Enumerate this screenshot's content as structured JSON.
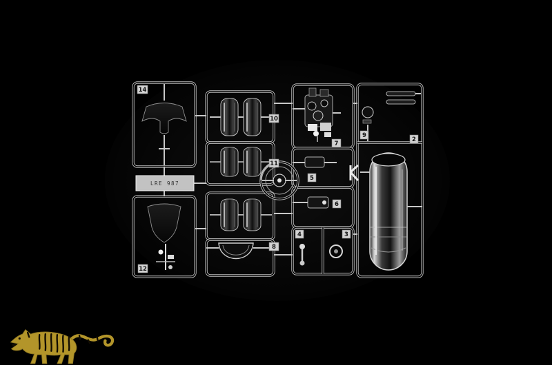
{
  "scene": {
    "background_color": "#000000",
    "subject": "Clear transparent model-kit sprue (parts tree) photographed on a black background"
  },
  "sprue": {
    "mold_stamp": "LRE 987",
    "part_tabs": {
      "t2": "2",
      "t3": "3",
      "t4": "4",
      "t5": "5",
      "t6": "6",
      "t7": "7",
      "t8": "8",
      "t9": "9",
      "t10": "10",
      "t11": "11",
      "t12": "12",
      "t14": "14"
    }
  },
  "logo": {
    "description": "gold tiger watermark",
    "body_color": "#b3952a",
    "stripe_color": "#120d02"
  }
}
